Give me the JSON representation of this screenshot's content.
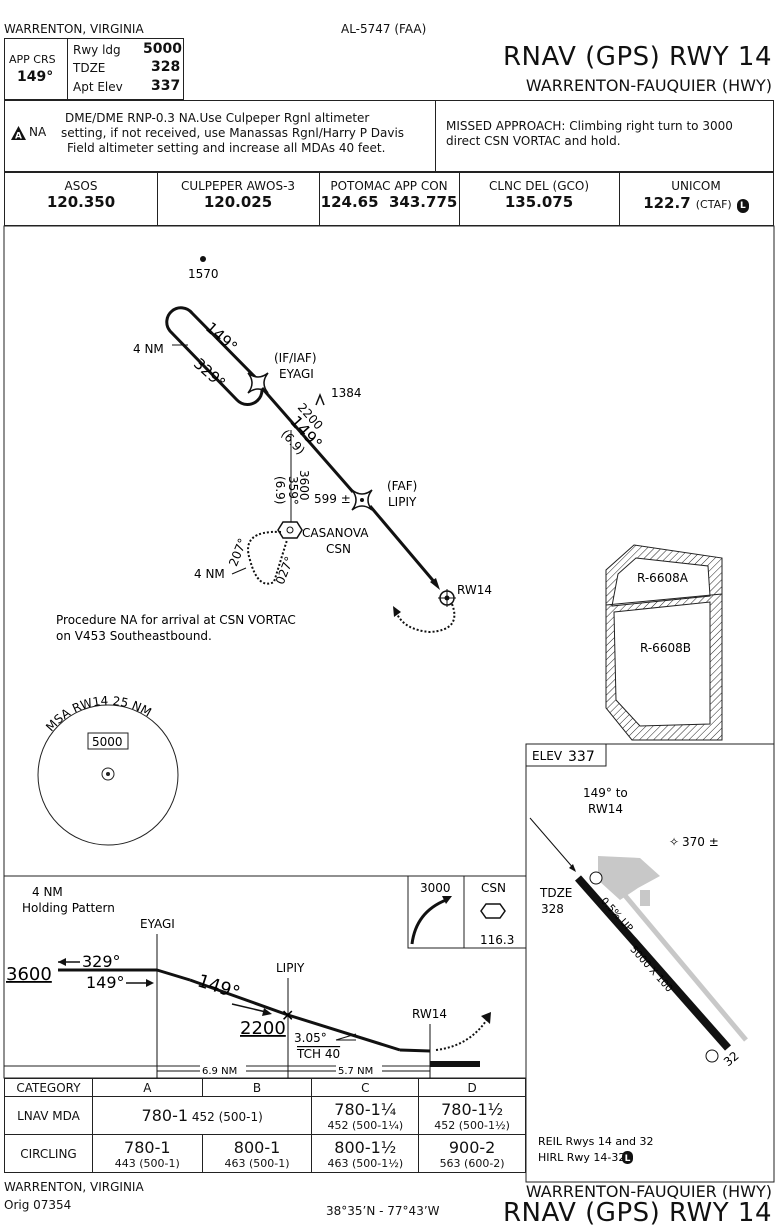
{
  "header": {
    "location_left": "WARRENTON, VIRGINIA",
    "chart_id": "AL-5747 (FAA)",
    "app_crs_label": "APP CRS",
    "app_crs_value": "149°",
    "rwy_ldg_label": "Rwy ldg",
    "rwy_ldg_value": "5000",
    "tdze_label": "TDZE",
    "tdze_value": "328",
    "apt_elev_label": "Apt Elev",
    "apt_elev_value": "337",
    "procedure_title": "RNAV (GPS) RWY 14",
    "airport_name": "WARRENTON-FAUQUIER (HWY)"
  },
  "notes": {
    "na_symbol": "A",
    "na_label": "NA",
    "note_line1": "DME/DME RNP-0.3 NA.Use Culpeper Rgnl altimeter",
    "note_line2": "setting, if not received, use Manassas Rgnl/Harry P Davis",
    "note_line3": "Field altimeter setting and increase all MDAs 40 feet.",
    "missed_line1": "MISSED APPROACH:  Climbing right turn to 3000",
    "missed_line2": "direct CSN VORTAC and hold."
  },
  "comms": [
    {
      "label": "ASOS",
      "value": "120.350"
    },
    {
      "label": "CULPEPER AWOS-3",
      "value": "120.025"
    },
    {
      "label": "POTOMAC APP CON",
      "value": "124.65  343.775"
    },
    {
      "label": "CLNC DEL (GCO)",
      "value": "135.075"
    },
    {
      "label": "UNICOM",
      "value": "122.7",
      "suffix": "(CTAF)",
      "badge": "L"
    }
  ],
  "plan": {
    "obstacle_1570": "1570",
    "hold_dist": "4 NM",
    "hold_in_course": "149°",
    "hold_out_course": "329°",
    "if_iaf_label": "(IF/IAF)",
    "eyagi": "EYAGI",
    "obstacle_1384": "1384",
    "seg1_alt": "2200",
    "seg1_course": "149°",
    "seg1_dist": "(6.9)",
    "feeder_alt": "3600",
    "feeder_course": "359°",
    "feeder_dist": "(6.9)",
    "faf_label": "(FAF)",
    "lipiy": "LIPIY",
    "spot_599": "599 ±",
    "casanova": "CASANOVA",
    "csn": "CSN",
    "csn_hold_dist": "4 NM",
    "csn_hold_out": "207°",
    "csn_hold_in": "027°",
    "rw14": "RW14",
    "restricted_a": "R-6608A",
    "restricted_b": "R-6608B",
    "procedure_na_line1": "Procedure NA for arrival at CSN VORTAC",
    "procedure_na_line2": "on V453 Southeastbound.",
    "msa_label": "MSA RW14 25 NM",
    "msa_alt": "5000"
  },
  "airport_diagram": {
    "elev_label": "ELEV",
    "elev_value": "337",
    "course_line1": "149° to",
    "course_line2": "RW14",
    "obstacle": "370 ±",
    "tdze_label": "TDZE",
    "tdze_value": "328",
    "gradient": "0.5% UP",
    "dimensions": "5000 X 100",
    "rwy_32": "32",
    "lighting1": "REIL Rwys 14 and 32",
    "lighting2": "HIRL Rwy 14-32",
    "lighting_badge": "L"
  },
  "profile": {
    "hold_label1": "4 NM",
    "hold_label2": "Holding Pattern",
    "eyagi": "EYAGI",
    "lipiy": "LIPIY",
    "rw14": "RW14",
    "alt_3600": "3600",
    "course_329": "329°",
    "course_149a": "149°",
    "course_149b": "149°",
    "alt_2200": "2200",
    "glide_angle": "3.05°",
    "tch": "TCH 40",
    "dist_1": "6.9 NM",
    "dist_2": "5.7 NM",
    "missed_alt": "3000",
    "missed_fix": "CSN",
    "missed_freq": "116.3"
  },
  "minimums": {
    "headers": [
      "CATEGORY",
      "A",
      "B",
      "C",
      "D"
    ],
    "lnav_label": "LNAV MDA",
    "lnav_ab_main": "780-1",
    "lnav_ab_sub": "452 (500-1)",
    "lnav_c_main": "780-1¼",
    "lnav_c_sub": "452 (500-1¼)",
    "lnav_d_main": "780-1½",
    "lnav_d_sub": "452 (500-1½)",
    "circling_label": "CIRCLING",
    "circ_a_main": "780-1",
    "circ_a_sub": "443 (500-1)",
    "circ_b_main": "800-1",
    "circ_b_sub": "463 (500-1)",
    "circ_c_main": "800-1½",
    "circ_c_sub": "463 (500-1½)",
    "circ_d_main": "900-2",
    "circ_d_sub": "563 (600-2)"
  },
  "footer": {
    "location": "WARRENTON, VIRGINIA",
    "amendment": "Orig  07354",
    "coords": "38°35’N - 77°43’W",
    "airport_name": "WARRENTON-FAUQUIER (HWY)",
    "procedure_title": "RNAV (GPS) RWY 14"
  }
}
